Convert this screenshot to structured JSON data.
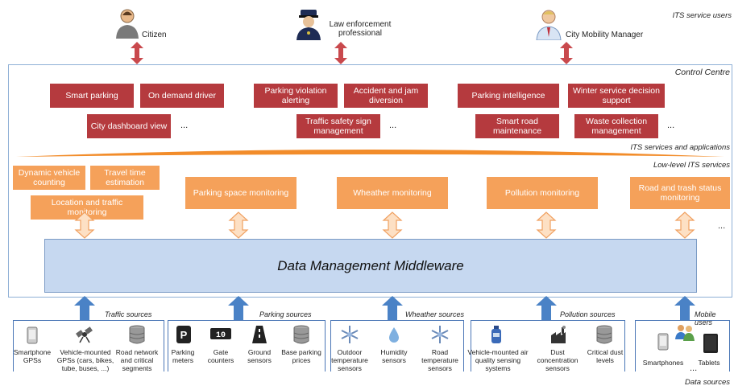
{
  "layers": {
    "its_service_users": "ITS service users",
    "control_centre": "Control Centre",
    "its_services_apps": "ITS services and applications",
    "low_level_services": "Low-level ITS services",
    "data_sources": "Data sources"
  },
  "users": {
    "citizen": "Citizen",
    "law_line1": "Law enforcement",
    "law_line2": "professional",
    "manager": "City Mobility Manager"
  },
  "apps": {
    "smart_parking": "Smart parking",
    "on_demand_driver": "On demand driver",
    "city_dashboard": "City dashboard view",
    "parking_violation": "Parking violation alerting",
    "accident_jam": "Accident and jam diversion",
    "traffic_sign": "Traffic safety sign management",
    "parking_intel": "Parking intelligence",
    "winter_service": "Winter service decision support",
    "smart_road": "Smart road maintenance",
    "waste_collection": "Waste collection management",
    "ellipsis": "..."
  },
  "low_level": {
    "dynamic_vehicle": "Dynamic vehicle counting",
    "travel_time": "Travel time estimation",
    "location_traffic": "Location and traffic monitoring",
    "parking_space": "Parking space monitoring",
    "weather": "Wheather monitoring",
    "pollution": "Pollution monitoring",
    "road_trash": "Road and trash status monitoring",
    "ellipsis": "..."
  },
  "middleware": "Data Management Middleware",
  "source_groups": {
    "traffic": "Traffic sources",
    "parking": "Parking sources",
    "weather": "Wheather sources",
    "pollution": "Pollution sources",
    "mobile": "Mobile users"
  },
  "sources": {
    "smartphone_gps": "Smartphone GPSs",
    "vehicle_gps": "Vehicle-mounted GPSs (cars, bikes, tube, buses, ...)",
    "road_network": "Road network and critical segments",
    "parking_meters": "Parking meters",
    "gate_counters": "Gate counters",
    "ground_sensors": "Ground sensors",
    "base_parking": "Base parking prices",
    "outdoor_temp": "Outdoor temperature sensors",
    "humidity": "Humidity sensors",
    "road_temp": "Road temperature sensors",
    "vehicle_air": "Vehicle-mounted air quality sensing systems",
    "dust": "Dust concentration sensors",
    "critical_dust": "Critical dust levels",
    "smartphones": "Smartphones",
    "tablets": "Tablets",
    "ellipsis": "...",
    "gate_counter_display": "10"
  },
  "colors": {
    "app_box": "#b53a3e",
    "service_box": "#f5a15a",
    "middleware": "#c6d8f0",
    "source_arrow": "#4a82c6",
    "user_arrow": "#c9494d"
  }
}
